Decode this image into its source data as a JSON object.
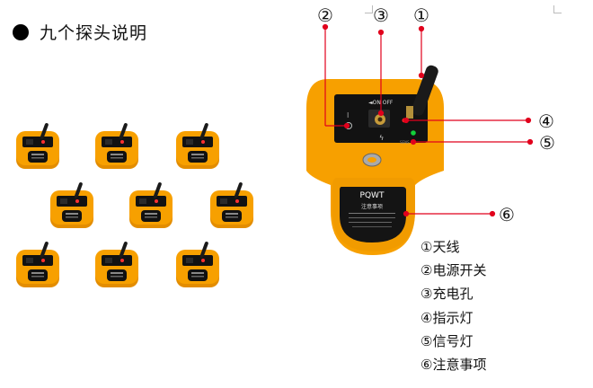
{
  "heading": {
    "text": "九个探头说明"
  },
  "callouts": [
    {
      "num": "②"
    },
    {
      "num": "③"
    },
    {
      "num": "①"
    },
    {
      "num": "④"
    },
    {
      "num": "⑤"
    },
    {
      "num": "⑥"
    }
  ],
  "device": {
    "switch_label": "◄ON  OFF",
    "brand": "PQWT",
    "plate_text": "注意事项"
  },
  "legend": [
    {
      "text": "①天线"
    },
    {
      "text": "②电源开关"
    },
    {
      "text": "③充电孔"
    },
    {
      "text": "④指示灯"
    },
    {
      "text": "⑤信号灯"
    },
    {
      "text": "⑥注意事项"
    }
  ],
  "colors": {
    "device_orange": "#f7a000",
    "callout_red": "#e1001c",
    "panel_black": "#121212"
  },
  "probe_count": 9
}
